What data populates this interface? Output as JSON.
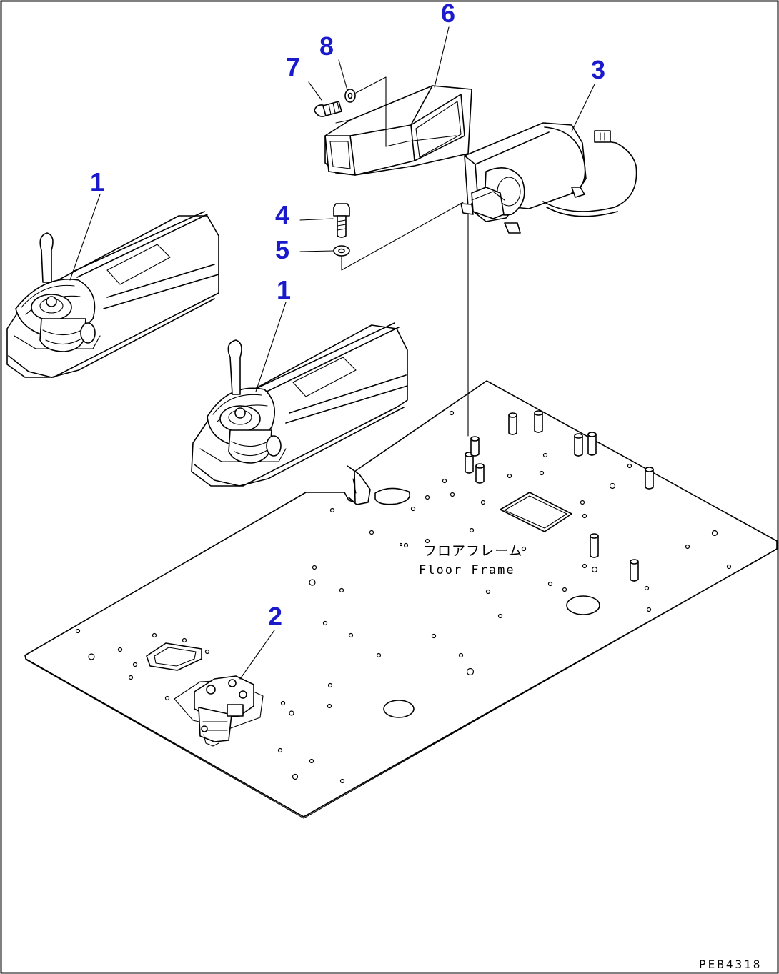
{
  "diagram": {
    "callouts": [
      {
        "id": "c1a",
        "label": "1"
      },
      {
        "id": "c1b",
        "label": "1"
      },
      {
        "id": "c2",
        "label": "2"
      },
      {
        "id": "c3",
        "label": "3"
      },
      {
        "id": "c4",
        "label": "4"
      },
      {
        "id": "c5",
        "label": "5"
      },
      {
        "id": "c6",
        "label": "6"
      },
      {
        "id": "c7",
        "label": "7"
      },
      {
        "id": "c8",
        "label": "8"
      }
    ],
    "floor_label_jp": "フロアフレーム",
    "floor_label_en": "Floor Frame",
    "drawing_code": "PEB4318"
  },
  "colors": {
    "callout": "#1a1acc",
    "line": "#000000",
    "background": "#ffffff"
  }
}
